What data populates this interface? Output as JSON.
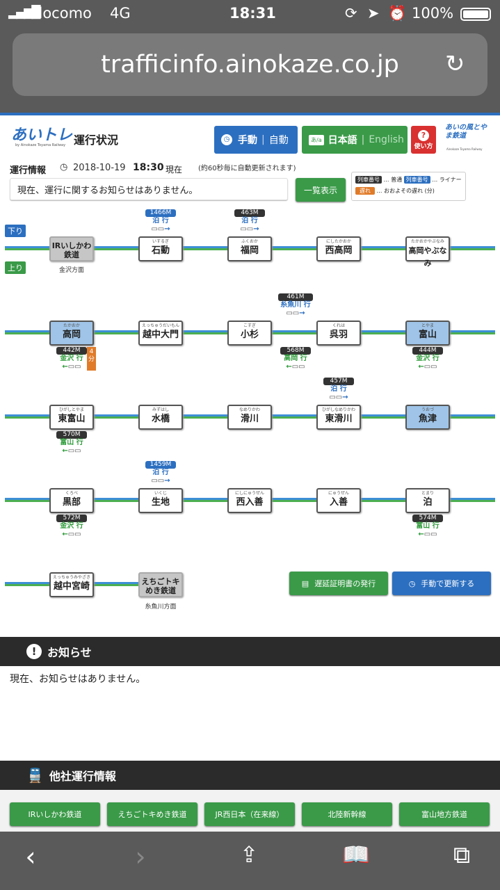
{
  "status": {
    "carrier": "docomo",
    "network": "4G",
    "time": "18:31",
    "battery": "100%"
  },
  "browser": {
    "url": "trafficinfo.ainokaze.co.jp"
  },
  "header": {
    "logo": "あいトレ",
    "logo_sub": "by Ainokaze Toyama Railway",
    "title": "運行状況",
    "manual": "手動",
    "auto": "自動",
    "lang_ja": "日本語",
    "lang_en": "English",
    "help": "使い方",
    "brand": "あいの風とやま鉄道",
    "brand_sub": "Ainokaze Toyama Railway"
  },
  "info": {
    "label": "運行情報",
    "date": "2018-10-19",
    "time": "18:30",
    "now": "現在",
    "auto_note": "(約60秒毎に自動更新されます)",
    "message": "現在、運行に関するお知らせはありません。",
    "list_button": "一覧表示"
  },
  "legend": {
    "tag1": "列車番号",
    "desc1": "… 普通",
    "tag2": "列車番号",
    "desc2": "… ライナー",
    "tag3": "遅れ",
    "desc3": "… おおよその遅れ (分)"
  },
  "dir": {
    "down": "下り",
    "up": "上り"
  },
  "stations": {
    "ir": "IRいしかわ鉄道",
    "ir_sub": "金沢方面",
    "isurugi": {
      "kana": "いするぎ",
      "name": "石動"
    },
    "fukuoka": {
      "kana": "ふくおか",
      "name": "福岡"
    },
    "nishitakaoka": {
      "kana": "にしたかおか",
      "name": "西高岡"
    },
    "takaokayabunami": {
      "kana": "たかおかやぶなみ",
      "name": "高岡やぶなみ"
    },
    "takaoka": {
      "kana": "たかおか",
      "name": "高岡"
    },
    "ecchudaimon": {
      "kana": "えっちゅうだいもん",
      "name": "越中大門"
    },
    "kosugi": {
      "kana": "こすぎ",
      "name": "小杉"
    },
    "kureha": {
      "kana": "くれは",
      "name": "呉羽"
    },
    "toyama": {
      "kana": "とやま",
      "name": "富山"
    },
    "higashitoyama": {
      "kana": "ひがしとやま",
      "name": "東富山"
    },
    "mizuhashi": {
      "kana": "みずはし",
      "name": "水橋"
    },
    "namerikawa": {
      "kana": "なめりかわ",
      "name": "滑川"
    },
    "higashinamerikawa": {
      "kana": "ひがしなめりかわ",
      "name": "東滑川"
    },
    "uozu": {
      "kana": "うおづ",
      "name": "魚津"
    },
    "kurobe": {
      "kana": "くろべ",
      "name": "黒部"
    },
    "ikuji": {
      "kana": "いくじ",
      "name": "生地"
    },
    "nishinyuzen": {
      "kana": "にしにゅうぜん",
      "name": "西入善"
    },
    "nyuzen": {
      "kana": "にゅうぜん",
      "name": "入善"
    },
    "tomari": {
      "kana": "とまり",
      "name": "泊"
    },
    "ecchumiyazaki": {
      "kana": "えっちゅうみやざき",
      "name": "越中宮崎"
    },
    "echigo": "えちごトキめき鉄道",
    "echigo_sub": "糸魚川方面"
  },
  "trains": {
    "t1466": {
      "no": "1466M",
      "dest": "泊 行"
    },
    "t463": {
      "no": "463M",
      "dest": "泊 行"
    },
    "t461": {
      "no": "461M",
      "dest": "糸魚川 行"
    },
    "t442": {
      "no": "442M",
      "dest": "金沢 行",
      "delay": "4 分"
    },
    "t568": {
      "no": "568M",
      "dest": "高岡 行"
    },
    "t444": {
      "no": "444M",
      "dest": "金沢 行"
    },
    "t457": {
      "no": "457M",
      "dest": "泊 行"
    },
    "t570": {
      "no": "570M",
      "dest": "富山 行"
    },
    "t1459": {
      "no": "1459M",
      "dest": "泊 行"
    },
    "t572": {
      "no": "572M",
      "dest": "金沢 行"
    },
    "t574": {
      "no": "574M",
      "dest": "富山 行"
    }
  },
  "buttons": {
    "certificate": "遅延証明書の発行",
    "refresh": "手動で更新する"
  },
  "notice": {
    "title": "お知らせ",
    "body": "現在、お知らせはありません。"
  },
  "others": {
    "title": "他社運行情報",
    "items": [
      "IRいしかわ鉄道",
      "えちごトキめき鉄道",
      "JR西日本（在来線）",
      "北陸新幹線",
      "富山地方鉄道"
    ]
  },
  "colors": {
    "accent": "#2c6fc0",
    "green": "#3a9a48",
    "delay": "#e07b2a"
  }
}
